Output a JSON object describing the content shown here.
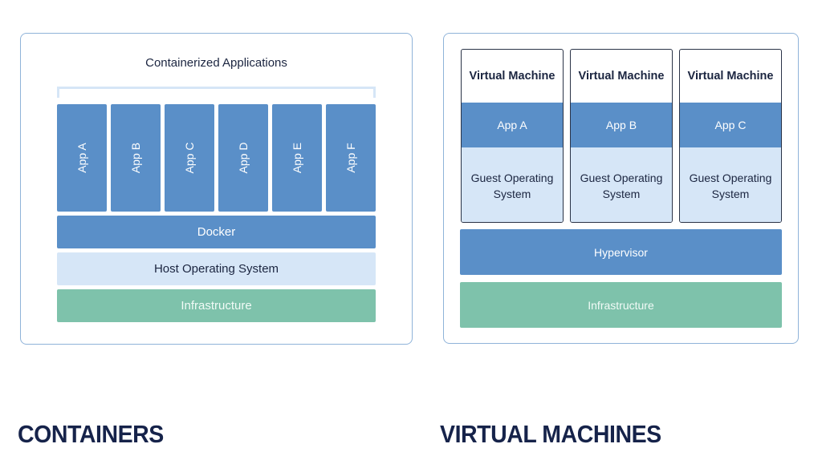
{
  "containers": {
    "caption": "CONTAINERS",
    "title": "Containerized Applications",
    "apps": [
      "App A",
      "App B",
      "App C",
      "App D",
      "App E",
      "App F"
    ],
    "layers": {
      "runtime": "Docker",
      "host_os": "Host Operating System",
      "infrastructure": "Infrastructure"
    }
  },
  "virtual_machines": {
    "caption": "VIRTUAL MACHINES",
    "vms": [
      {
        "title": "Virtual Machine",
        "app": "App A",
        "os": "Guest Operating System"
      },
      {
        "title": "Virtual Machine",
        "app": "App B",
        "os": "Guest Operating System"
      },
      {
        "title": "Virtual Machine",
        "app": "App C",
        "os": "Guest Operating System"
      }
    ],
    "layers": {
      "hypervisor": "Hypervisor",
      "infrastructure": "Infrastructure"
    }
  },
  "colors": {
    "app_blue": "#5a8fc8",
    "light_blue": "#d6e6f7",
    "infra_green": "#7ec2ab",
    "panel_border": "#8fb3d9",
    "text_dark": "#1b2540"
  }
}
